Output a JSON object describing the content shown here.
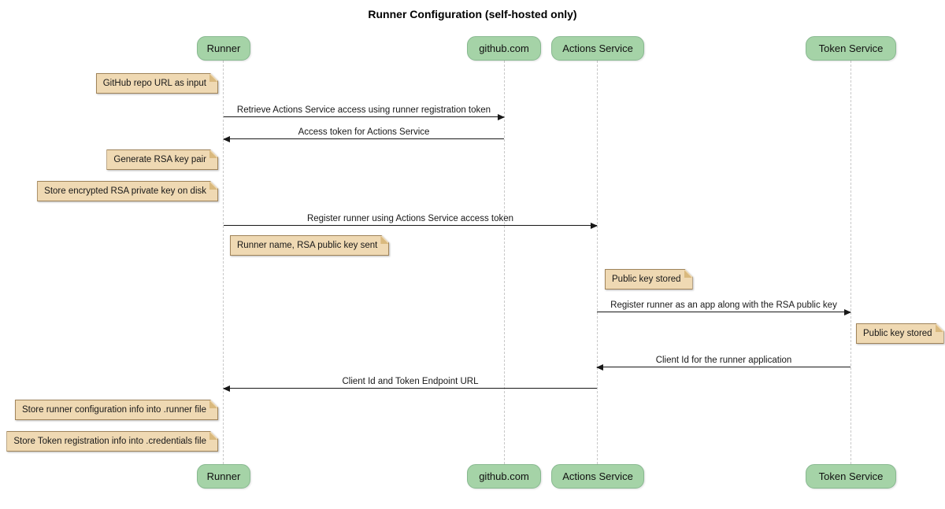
{
  "title": "Runner Configuration (self-hosted only)",
  "participants": [
    {
      "label": "Runner"
    },
    {
      "label": "github.com"
    },
    {
      "label": "Actions Service"
    },
    {
      "label": "Token Service"
    }
  ],
  "messages": [
    {
      "label": "Retrieve Actions Service access using runner registration token",
      "from": "Runner",
      "to": "github.com"
    },
    {
      "label": "Access token for Actions Service",
      "from": "github.com",
      "to": "Runner"
    },
    {
      "label": "Register runner using Actions Service access token",
      "from": "Runner",
      "to": "Actions Service"
    },
    {
      "label": "Register runner as an app along with the RSA public key",
      "from": "Actions Service",
      "to": "Token Service"
    },
    {
      "label": "Client Id for the runner application",
      "from": "Token Service",
      "to": "Actions Service"
    },
    {
      "label": "Client Id and Token Endpoint URL",
      "from": "Actions Service",
      "to": "Runner"
    }
  ],
  "notes": [
    {
      "label": "GitHub repo URL as input",
      "position": "left of Runner"
    },
    {
      "label": "Generate RSA key pair",
      "position": "left of Runner"
    },
    {
      "label": "Store encrypted RSA private key on disk",
      "position": "left of Runner"
    },
    {
      "label": "Runner name, RSA public key sent",
      "position": "right of Runner"
    },
    {
      "label": "Public key stored",
      "position": "right of Actions Service"
    },
    {
      "label": "Public key stored",
      "position": "right of Token Service"
    },
    {
      "label": "Store runner configuration info into .runner file",
      "position": "left of Runner"
    },
    {
      "label": "Store Token registration info into .credentials file",
      "position": "left of Runner"
    }
  ],
  "colors": {
    "participant_fill": "#a5d3a7",
    "participant_border": "#88b990",
    "note_fill": "#efd9b3",
    "note_border": "#a0845a",
    "note_fold": "#d9b97e",
    "lifeline": "#c8c8c8",
    "message_line": "#181818",
    "background": "#ffffff"
  }
}
